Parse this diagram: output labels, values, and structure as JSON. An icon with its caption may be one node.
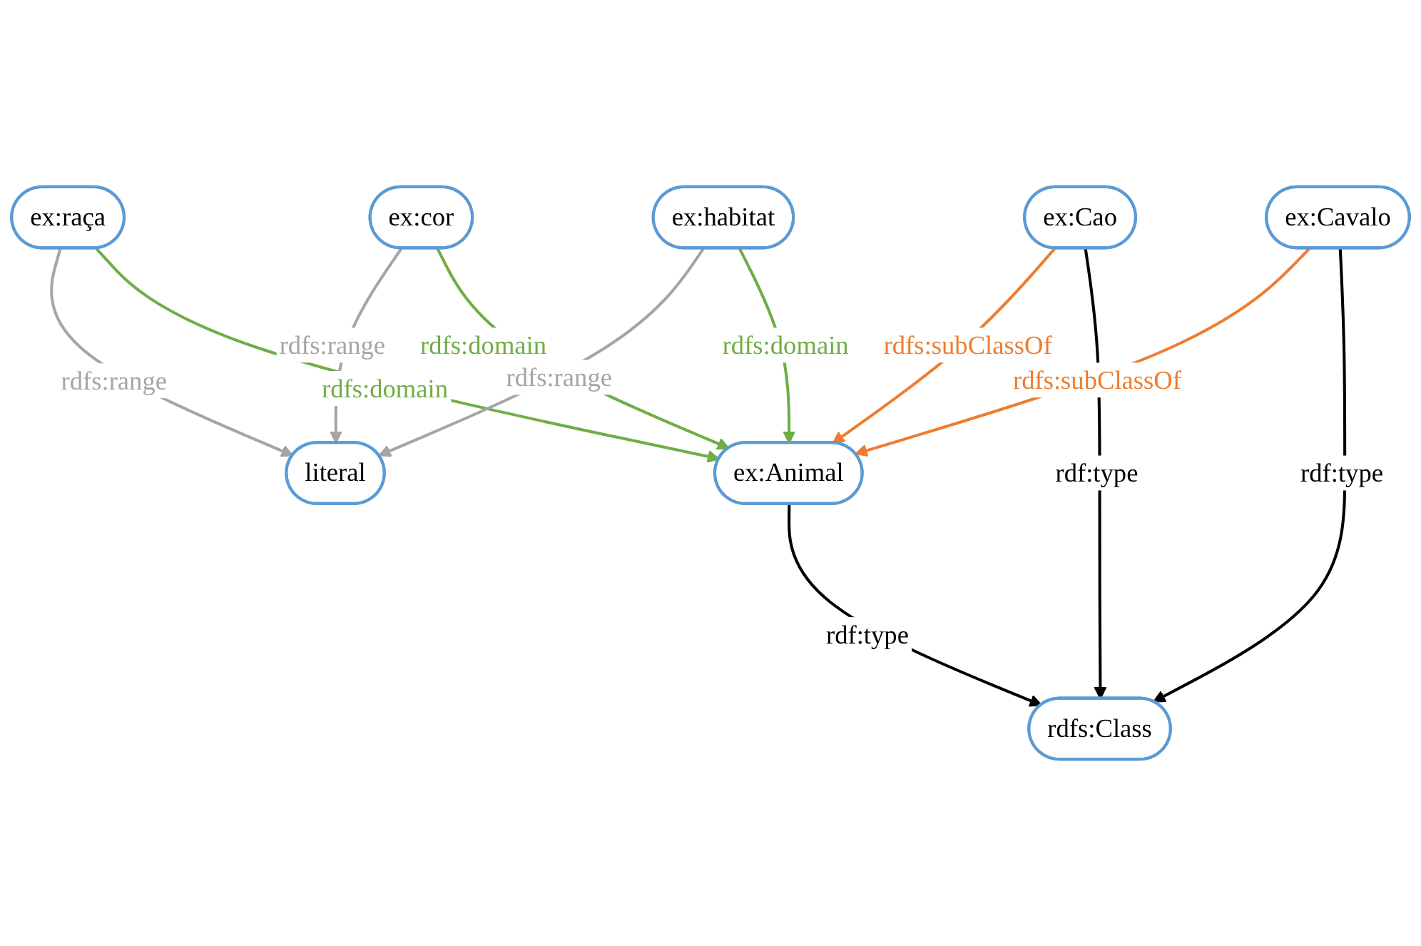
{
  "diagram": {
    "nodes": [
      {
        "text": [
          "ex:Cavalo"
        ]
      },
      {
        "text": [
          "rdfs:Class"
        ]
      },
      {
        "text": [
          "ex:Cao"
        ]
      },
      {
        "text": [
          "ex:Animal"
        ]
      },
      {
        "text": [
          "ex:habitat"
        ]
      },
      {
        "text": [
          "ex:cor"
        ]
      },
      {
        "text": [
          "ex:raça"
        ]
      },
      {
        "text": [
          "literal"
        ]
      }
    ],
    "edges": [
      {
        "from": 0,
        "to": 1,
        "arrow": "to",
        "label": "rdf:type"
      },
      {
        "from": 2,
        "to": 1,
        "arrow": "to",
        "label": "rdf:type"
      },
      {
        "from": 3,
        "to": 1,
        "arrow": "to",
        "label": "rdf:type"
      },
      {
        "from": 2,
        "to": 3,
        "arrow": "to",
        "label": "rdfs:subClassOf",
        "color": "#ed7d31"
      },
      {
        "from": 0,
        "to": 3,
        "arrow": "to",
        "label": "rdfs:subClassOf",
        "color": "#ed7d31"
      },
      {
        "from": 4,
        "to": 3,
        "arrow": "to",
        "label": "rdfs:domain",
        "color": "#70ad47"
      },
      {
        "from": 5,
        "to": 3,
        "arrow": "to",
        "label": "rdfs:domain",
        "color": "#70ad47"
      },
      {
        "from": 6,
        "to": 3,
        "arrow": "to",
        "label": "rdfs:domain",
        "color": "#70ad47"
      },
      {
        "from": 4,
        "to": 7,
        "arrow": "to",
        "label": "rdfs:range",
        "color": "#a5a5a5"
      },
      {
        "from": 5,
        "to": 7,
        "arrow": "to",
        "label": "rdfs:range",
        "color": "#a5a5a5"
      },
      {
        "from": 6,
        "to": 7,
        "arrow": "to",
        "label": "rdfs:range",
        "color": "#a5a5a5"
      }
    ]
  }
}
